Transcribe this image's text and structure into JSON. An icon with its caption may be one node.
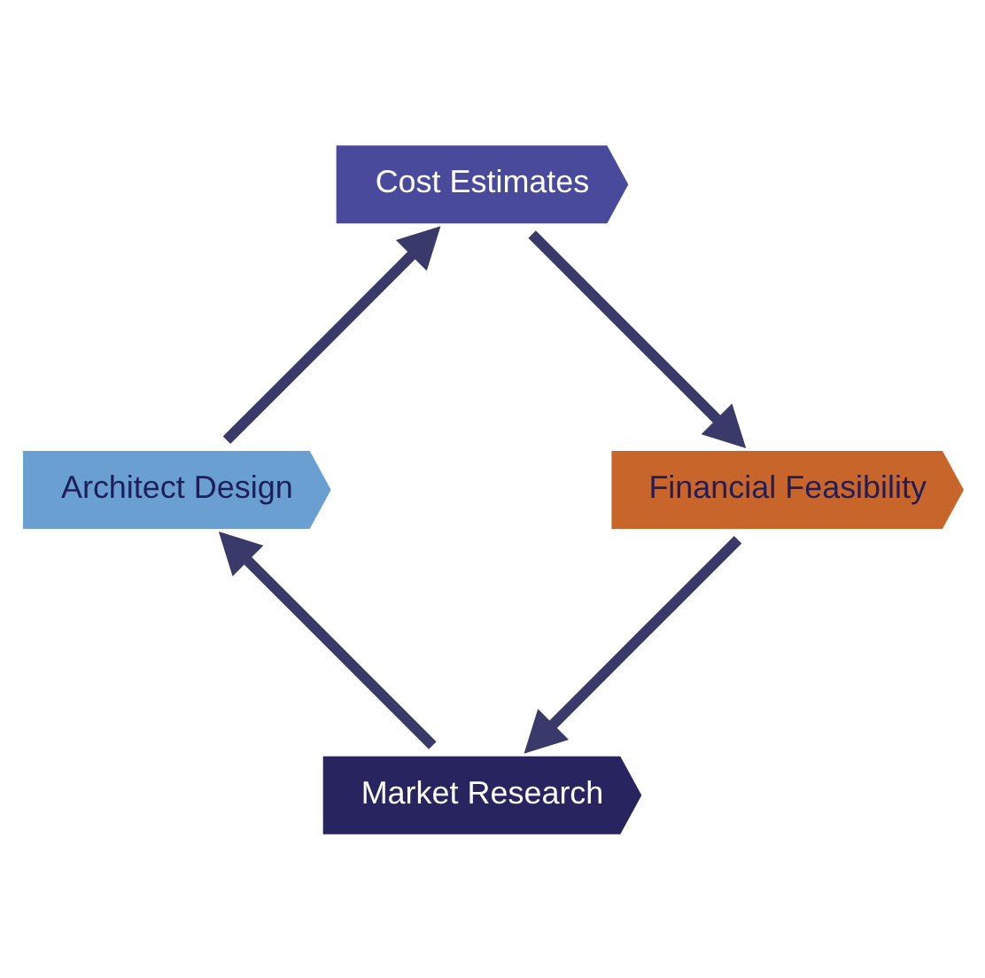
{
  "diagram": {
    "nodes": [
      {
        "text": [
          "Market Research"
        ]
      },
      {
        "text": [
          "Architect Design"
        ]
      },
      {
        "text": [
          "Cost Estimates"
        ]
      },
      {
        "text": [
          "Financial Feasibility"
        ]
      }
    ],
    "edges": [
      {
        "from": 0,
        "to": 1,
        "arrow": "to"
      },
      {
        "from": 1,
        "to": 2,
        "arrow": "to"
      },
      {
        "from": 2,
        "to": 3,
        "arrow": "to"
      },
      {
        "from": 3,
        "to": 0,
        "arrow": "to"
      }
    ]
  }
}
